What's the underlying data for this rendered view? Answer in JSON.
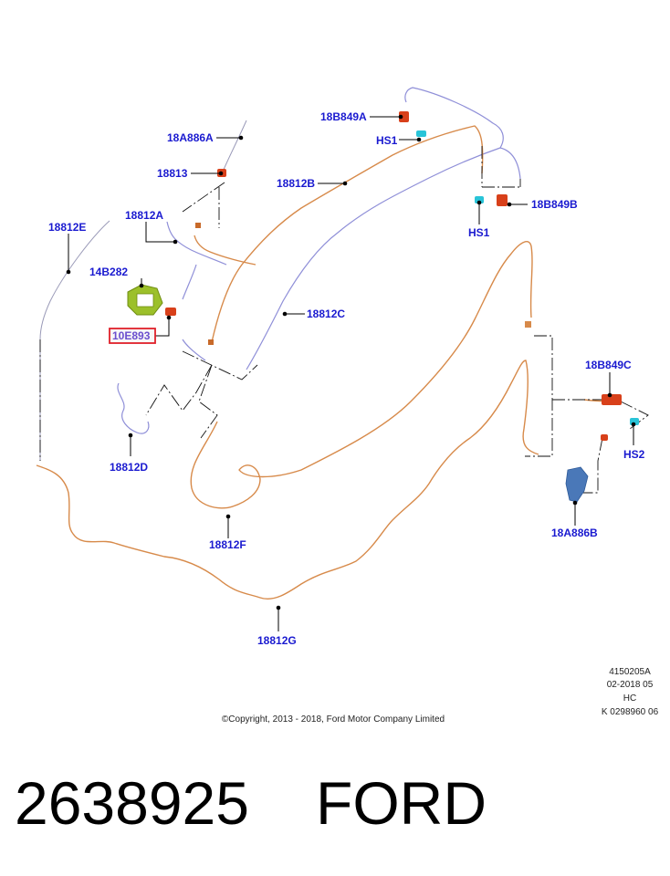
{
  "callouts": {
    "a18A886A": "18A886A",
    "a18813": "18813",
    "a18812A": "18812A",
    "a18812E": "18812E",
    "a14B282": "14B282",
    "a10E893": "10E893",
    "a18812D": "18812D",
    "a18812B": "18812B",
    "a18812C": "18812C",
    "a18812F": "18812F",
    "a18812G": "18812G",
    "a18B849A": "18B849A",
    "hs1_top": "HS1",
    "a18B849B": "18B849B",
    "hs1_mid": "HS1",
    "a18B849C": "18B849C",
    "hs2": "HS2",
    "a18A886B": "18A886B"
  },
  "info_block": {
    "line1": "4150205A",
    "line2": "02-2018 05",
    "line3": "HC",
    "line4": "K 0298960 06"
  },
  "copyright": "©Copyright, 2013 - 2018, Ford Motor Company Limited",
  "footer": {
    "part_number": "2638925",
    "brand": "FORD"
  },
  "colors": {
    "label": "#1a1ad0",
    "highlight_box": "#e0202a",
    "orange_line": "#d78a4a",
    "blue_line": "#8f8fd8",
    "connector_red": "#d8401a",
    "connector_cyan": "#29c4d8",
    "bracket_green": "#9cc02a",
    "bracket_blue": "#4a78b8"
  }
}
